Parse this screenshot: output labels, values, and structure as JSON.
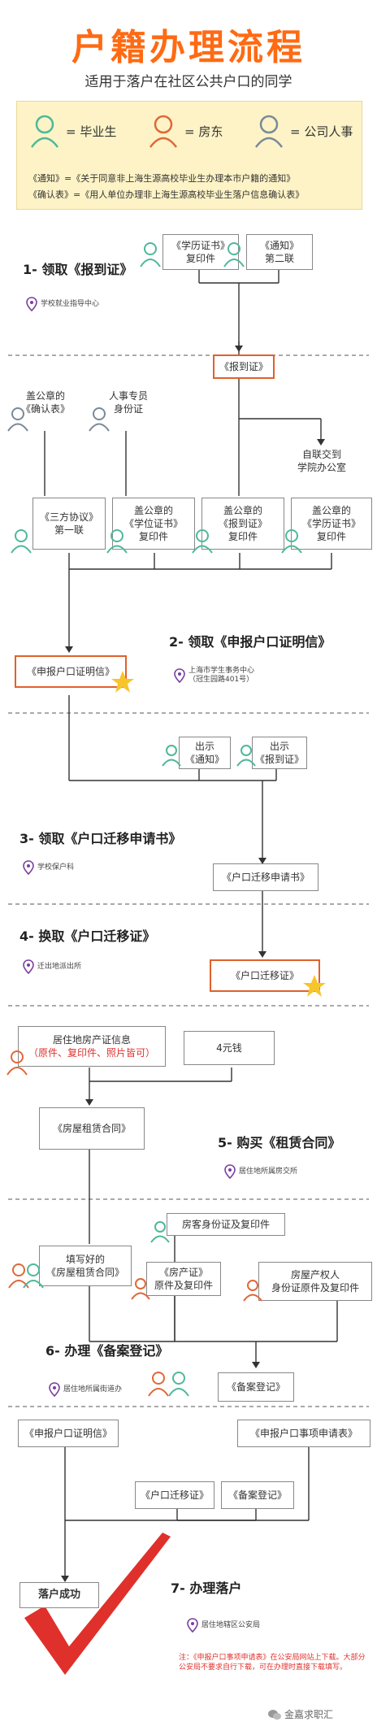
{
  "header": {
    "title": "户籍办理流程",
    "subtitle": "适用于落户在社区公共户口的同学"
  },
  "legend": {
    "graduate": "= 毕业生",
    "landlord": "= 房东",
    "hr": "= 公司人事",
    "note1": "《通知》=《关于同意非上海生源高校毕业生办理本市户籍的通知》",
    "note2": "《确认表》=《用人单位办理非上海生源高校毕业生落户信息确认表》"
  },
  "section1": {
    "step": "1- 领取《报到证》",
    "location": "学校就业指导中心",
    "box_diploma": "《学历证书》\n复印件",
    "box_notice2": "《通知》\n第二联",
    "box_report": "《报到证》",
    "lbl_confirm": "盖公章的\n《确认表》",
    "lbl_hr_id": "人事专员\n身份证",
    "lbl_self_deliver": "自联交到\n学院办公室",
    "box_tripartite": "《三方协议》\n第一联",
    "box_degree": "盖公章的\n《学位证书》\n复印件",
    "box_report_copy": "盖公章的\n《报到证》\n复印件",
    "box_diploma_copy": "盖公章的\n《学历证书》\n复印件"
  },
  "section2": {
    "step": "2- 领取《申报户口证明信》",
    "location1": "上海市学生事务中心",
    "location2": "（冠生园路401号）",
    "box": "《申报户口证明信》"
  },
  "section3": {
    "lbl_notice": "出示\n《通知》",
    "lbl_report": "出示\n《报到证》",
    "step": "3- 领取《户口迁移申请书》",
    "location": "学校保户科",
    "box": "《户口迁移申请书》"
  },
  "section4": {
    "step": "4- 换取《户口迁移证》",
    "location": "迁出地派出所",
    "box": "《户口迁移证》"
  },
  "section5": {
    "lbl_property1": "居住地房产证信息",
    "lbl_property2": "（原件、复印件、照片皆可）",
    "box_money": "4元钱",
    "box_contract": "《房屋租赁合同》",
    "step": "5- 购买《租赁合同》",
    "location": "居住地所属房交所"
  },
  "section6": {
    "lbl_filled": "填写好的\n《房屋租赁合同》",
    "lbl_tenant_id": "房客身份证及复印件",
    "lbl_property_cert": "《房产证》\n原件及复印件",
    "lbl_owner_id": "房屋产权人\n身份证原件及复印件",
    "step": "6- 办理《备案登记》",
    "location": "居住地所属街道办",
    "box": "《备案登记》"
  },
  "section7": {
    "box_letter": "《申报户口证明信》",
    "box_application": "《申报户口事项申请表》",
    "box_transfer": "《户口迁移证》",
    "box_registration": "《备案登记》",
    "box_success": "落户成功",
    "step": "7- 办理落户",
    "location": "居住地辖区公安局",
    "note": "注：《申报户口事项申请表》在公安局网站上下载。大部分公安局不要求自行下载，可在办理时直接下载填写。"
  },
  "footer": {
    "watermark": "金嘉求职汇"
  },
  "colors": {
    "title": "#ff6a13",
    "graduate": "#4fb89a",
    "landlord": "#e0683a",
    "hr": "#7a8a9a",
    "highlight": "#e0612a",
    "check": "#e0302b",
    "star": "#f7c52b",
    "pin": "#7b3fa0"
  }
}
